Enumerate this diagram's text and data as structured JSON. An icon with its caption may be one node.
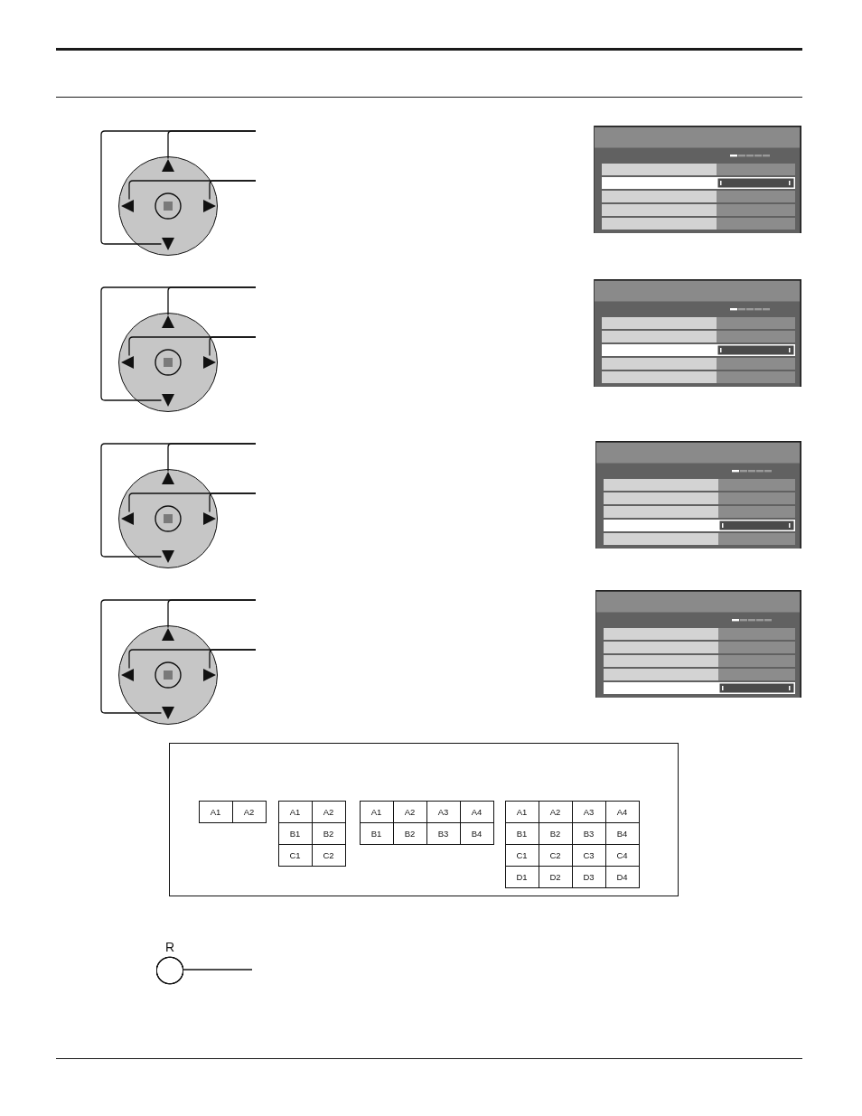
{
  "diagram": {
    "nodes": [
      {
        "text": [],
        "shape": "circle"
      },
      {
        "text": [],
        "shape": "triangle",
        "in": 0
      },
      {
        "text": [],
        "shape": "triangle",
        "in": 0
      },
      {
        "text": [],
        "shape": "triangle",
        "in": 0
      },
      {
        "text": [],
        "shape": "triangle",
        "in": 0
      },
      {
        "text": [],
        "shape": "circle"
      },
      {
        "text": [],
        "shape": "triangle",
        "in": 5
      },
      {
        "text": [],
        "shape": "triangle",
        "in": 5
      },
      {
        "text": [],
        "shape": "triangle",
        "in": 5
      },
      {
        "text": [],
        "shape": "triangle",
        "in": 5
      },
      {
        "text": [],
        "shape": "circle"
      },
      {
        "text": [],
        "shape": "triangle",
        "in": 10
      },
      {
        "text": [],
        "shape": "triangle",
        "in": 10
      },
      {
        "text": [],
        "shape": "triangle",
        "in": 10
      },
      {
        "text": [],
        "shape": "triangle",
        "in": 10
      },
      {
        "text": [],
        "shape": "circle"
      },
      {
        "text": [],
        "shape": "triangle",
        "in": 15
      },
      {
        "text": [],
        "shape": "triangle",
        "in": 15
      },
      {
        "text": [],
        "shape": "triangle",
        "in": 15
      },
      {
        "text": [],
        "shape": "triangle",
        "in": 15
      },
      {
        "text": [
          "R"
        ]
      }
    ],
    "edges": [
      {
        "from": null,
        "to": 1,
        "arrow": "none"
      },
      {
        "from": null,
        "to": 4,
        "arrow": "none"
      },
      {
        "from": null,
        "to": 2,
        "arrow": "none"
      },
      {
        "from": null,
        "to": 3,
        "arrow": "none"
      },
      {
        "from": null,
        "to": 6,
        "arrow": "none"
      },
      {
        "from": null,
        "to": 9,
        "arrow": "none"
      },
      {
        "from": null,
        "to": 7,
        "arrow": "none"
      },
      {
        "from": null,
        "to": 8,
        "arrow": "none"
      },
      {
        "from": null,
        "to": 11,
        "arrow": "none"
      },
      {
        "from": null,
        "to": 14,
        "arrow": "none"
      },
      {
        "from": null,
        "to": 12,
        "arrow": "none"
      },
      {
        "from": null,
        "to": 13,
        "arrow": "none"
      },
      {
        "from": null,
        "to": 16,
        "arrow": "none"
      },
      {
        "from": null,
        "to": 19,
        "arrow": "none"
      },
      {
        "from": null,
        "to": 17,
        "arrow": "none"
      },
      {
        "from": null,
        "to": 18,
        "arrow": "none"
      },
      {
        "from": null,
        "to": 20,
        "arrow": "none"
      }
    ],
    "labels": [
      "A1",
      "A2",
      "A1",
      "A2",
      "B1",
      "B2",
      "C1",
      "C2",
      "A1",
      "A2",
      "A3",
      "A4",
      "B1",
      "B2",
      "B3",
      "B4",
      "A1",
      "A2",
      "A3",
      "A4",
      "B1",
      "B2",
      "B3",
      "B4",
      "C1",
      "C2",
      "C3",
      "C4",
      "D1",
      "D2",
      "D3",
      "D4"
    ]
  }
}
